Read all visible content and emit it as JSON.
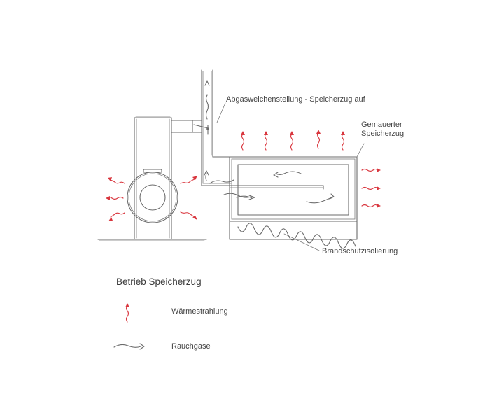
{
  "labels": {
    "abgasweiche": "Abgasweichenstellung - Speicherzug auf",
    "gemauerter_line1": "Gemauerter",
    "gemauerter_line2": "Speicherzug",
    "brandschutz": "Brandschutzisolierung"
  },
  "legend": {
    "title": "Betrieb Speicherzug",
    "items": [
      {
        "icon": "heat-radiation-arrow-icon",
        "label": "Wärmestrahlung"
      },
      {
        "icon": "flue-gas-arrow-icon",
        "label": "Rauchgase"
      }
    ]
  },
  "colors": {
    "line": "#6b6b6b",
    "heat": "#d9363e",
    "text": "#444444"
  }
}
